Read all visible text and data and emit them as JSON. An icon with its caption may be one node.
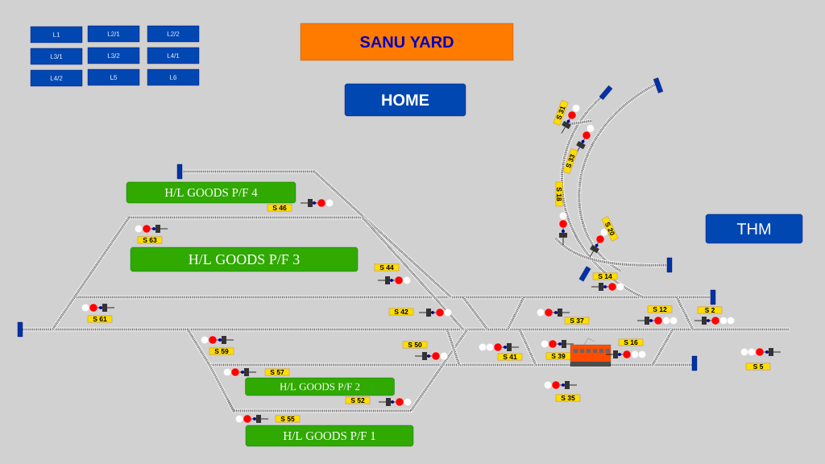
{
  "diagram": {
    "nodes": [
      {
        "text": [
          "L1"
        ]
      },
      {
        "text": [
          "L2/1"
        ]
      },
      {
        "text": [
          "L2/2"
        ]
      },
      {
        "text": [
          "L3/1"
        ]
      },
      {
        "text": [
          "L3/2"
        ]
      },
      {
        "text": [
          "L4/1"
        ]
      },
      {
        "text": [
          "L4/2"
        ]
      },
      {
        "text": [
          "L5"
        ]
      },
      {
        "text": [
          "L6"
        ]
      },
      {
        "text": [
          "SANU YARD"
        ]
      },
      {
        "text": [
          "HOME"
        ]
      },
      {
        "text": [
          "H/L GOODS P/F 4"
        ]
      },
      {
        "text": [
          "THM"
        ]
      },
      {
        "text": [
          "H/L GOODS P/F 3"
        ]
      },
      {
        "text": [
          "H/L GOODS P/F 2"
        ]
      },
      {
        "text": [
          "H/L GOODS P/F 1"
        ]
      }
    ],
    "labels": [
      "S 31",
      "S 33",
      "S 18",
      "S 46",
      "S 20",
      "S 63",
      "S 44",
      "S 14",
      "S 61",
      "S 42",
      "S 12",
      "S 2",
      "S 37",
      "S 59",
      "S 50",
      "S 16",
      "S 41",
      "S 39",
      "S 5",
      "S 57",
      "S 52",
      "S 35",
      "S 55"
    ]
  }
}
